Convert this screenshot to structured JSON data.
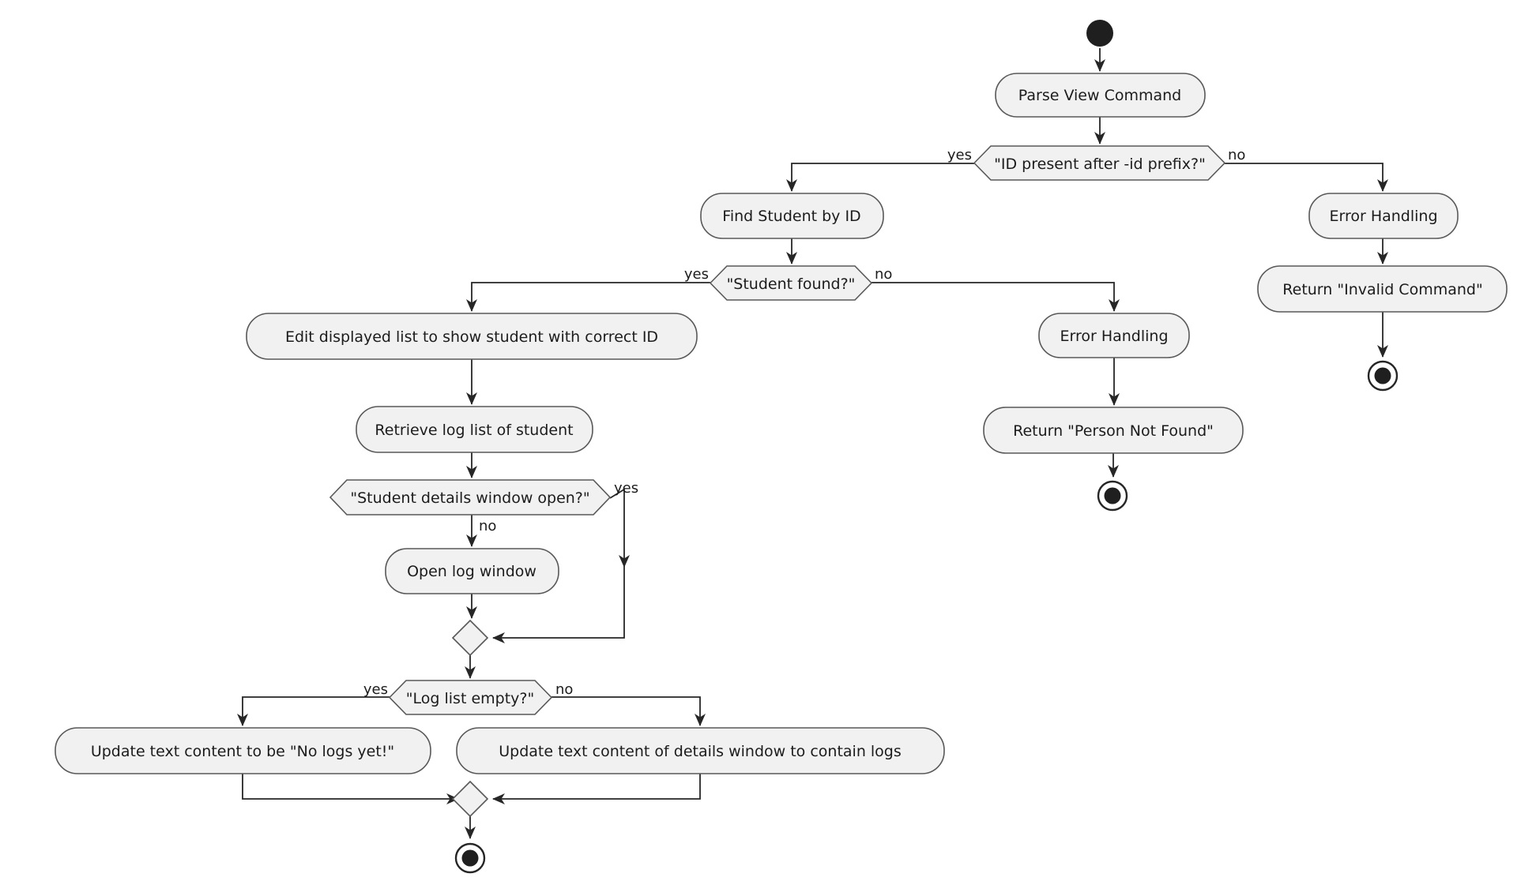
{
  "diagram": {
    "type": "uml-activity-flowchart",
    "colors": {
      "background": "#ffffff",
      "node_fill": "#f1f1f1",
      "node_border": "#585858",
      "edge_line": "#262626",
      "text": "#1c1c1c",
      "terminal_fill": "#1f1f1f"
    },
    "nodes": {
      "start": {
        "kind": "start-circle"
      },
      "parse_view_command": {
        "label": "Parse View Command"
      },
      "id_present_decision": {
        "label": "\"ID present after -id prefix?\""
      },
      "find_student_by_id": {
        "label": "Find Student by ID"
      },
      "student_found_decision": {
        "label": "\"Student found?\""
      },
      "edit_displayed_list": {
        "label": "Edit displayed list to show student with correct ID"
      },
      "retrieve_log_list": {
        "label": "Retrieve log list of student"
      },
      "details_window_decision": {
        "label": "\"Student details window open?\""
      },
      "open_log_window": {
        "label": "Open log window"
      },
      "log_list_empty_decision": {
        "label": "\"Log list empty?\""
      },
      "update_no_logs": {
        "label": "Update text content to be \"No logs yet!\""
      },
      "update_contain_logs": {
        "label": "Update text content of details window to contain logs"
      },
      "error_handling_invalid": {
        "label": "Error Handling"
      },
      "return_invalid_command": {
        "label": "Return \"Invalid Command\""
      },
      "error_handling_not_found": {
        "label": "Error Handling"
      },
      "return_person_not_found": {
        "label": "Return \"Person Not Found\""
      },
      "end_main": {
        "kind": "end-circle"
      },
      "end_invalid": {
        "kind": "end-circle"
      },
      "end_not_found": {
        "kind": "end-circle"
      }
    },
    "edge_labels": {
      "id_present_yes": "yes",
      "id_present_no": "no",
      "student_found_yes": "yes",
      "student_found_no": "no",
      "details_open_yes": "yes",
      "details_open_no": "no",
      "log_empty_yes": "yes",
      "log_empty_no": "no"
    }
  }
}
